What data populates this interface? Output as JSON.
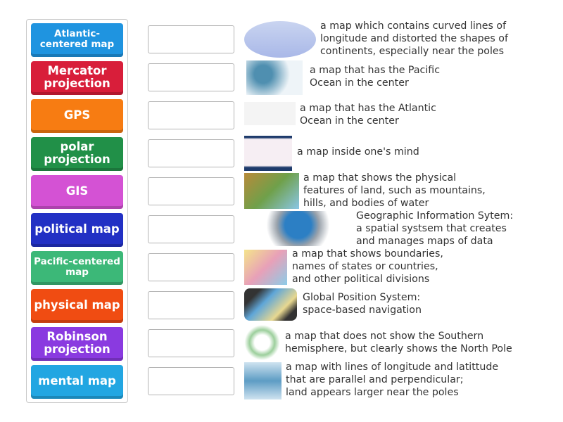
{
  "terms": [
    {
      "label": "Atlantic-centered map",
      "color": "#1f94e0",
      "size": "small"
    },
    {
      "label": "Mercator projection",
      "color": "#d81e3a",
      "size": "big"
    },
    {
      "label": "GPS",
      "color": "#f77c12",
      "size": "big"
    },
    {
      "label": "polar projection",
      "color": "#219048",
      "size": "big"
    },
    {
      "label": "GIS",
      "color": "#d452d4",
      "size": "big"
    },
    {
      "label": "political map",
      "color": "#2230c4",
      "size": "big"
    },
    {
      "label": "Pacific-centered map",
      "color": "#3cb878",
      "size": "small"
    },
    {
      "label": "physical map",
      "color": "#f04c12",
      "size": "big"
    },
    {
      "label": "Robinson projection",
      "color": "#8a3ae0",
      "size": "big"
    },
    {
      "label": "mental map",
      "color": "#22a6e2",
      "size": "big"
    }
  ],
  "definitions": [
    {
      "text": "a map which contains curved lines of\nlongitude and distorted the shapes of\ncontinents, especially near the poles",
      "image": "robinson-world-map"
    },
    {
      "text": "a map that has the Pacific\nOcean in the center",
      "image": "pacific-centered-world-map"
    },
    {
      "text": "a map that has the Atlantic\nOcean in the center",
      "image": "outline-world-map"
    },
    {
      "text": "a map inside one's mind",
      "image": "mind-map"
    },
    {
      "text": "a map that shows the physical\nfeatures of land, such as mountains,\nhills, and bodies of water",
      "image": "physical-usa-map"
    },
    {
      "text": "Geographic Information Sytem:\na spatial systsem that creates\nand manages maps of data",
      "image": "gis-globe-network"
    },
    {
      "text": "a map that shows boundaries,\nnames of states or countries,\nand other political divisions",
      "image": "political-world-map"
    },
    {
      "text": "Global Position System:\nspace-based navigation",
      "image": "gps-phone"
    },
    {
      "text": "a map that does not show the Southern\nhemisphere, but clearly shows the North Pole",
      "image": "polar-projection-map"
    },
    {
      "text": "a map with lines of longitude and latittude\nthat are parallel and perpendicular;\nland appears larger near the poles",
      "image": "mercator-world-map"
    }
  ]
}
